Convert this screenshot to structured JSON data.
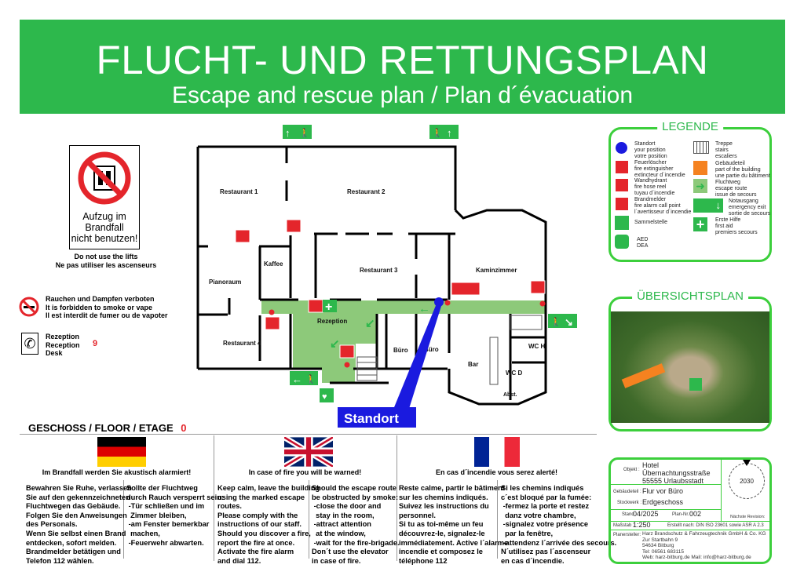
{
  "header": {
    "title": "FLUCHT- UND RETTUNGSPLAN",
    "subtitle": "Escape and rescue plan / Plan d´évacuation"
  },
  "left_panel": {
    "lift_sign": {
      "line1": "Aufzug im",
      "line2": "Brandfall",
      "line3": "nicht benutzen!",
      "en": "Do not use the lifts",
      "fr": "Ne pas utiliser les ascenseurs"
    },
    "smoking": {
      "de": "Rauchen und Dampfen verboten",
      "en": "It is forbidden to smoke or vape",
      "fr": "Il est interdit de fumer ou de vapoter"
    },
    "phone": {
      "de": "Rezeption",
      "en": "Reception",
      "fr": "Desk",
      "number": "9"
    }
  },
  "floorplan": {
    "rooms": [
      "Restaurant 1",
      "Restaurant 2",
      "Kaffee",
      "Pianoraum",
      "Restaurant 3",
      "Kaminzimmer",
      "Rezeption",
      "Restaurant 4",
      "Büro",
      "Büro",
      "Bar",
      "WC H",
      "WC D",
      "Abst."
    ],
    "standort_label": "Standort"
  },
  "floor": {
    "label": "GESCHOSS / FLOOR / ETAGE",
    "number": "0"
  },
  "legend": {
    "title": "LEGENDE",
    "items": [
      {
        "icon": "position-dot",
        "text": "Standort\nyour position\nvotre position"
      },
      {
        "icon": "fire-extinguisher",
        "text": "Feuerlöscher\nfire extinguisher\nextincteur d´incendie"
      },
      {
        "icon": "fire-hose",
        "text": "Wandhydrant\nfire hose reel\ntuyau d´incendie"
      },
      {
        "icon": "fire-alarm",
        "text": "Brandmelder\nfire alarm call point\nl´avertisseur d´incendie"
      },
      {
        "icon": "assembly-point",
        "text": "Sammelstelle"
      },
      {
        "icon": "aed",
        "text": "AED\nDEA"
      },
      {
        "icon": "stairs",
        "text": "Treppe\nstairs\nescaliers"
      },
      {
        "icon": "building-part",
        "text": "Gebäudeteil\npart of the building\nune partie du bâtiment"
      },
      {
        "icon": "escape-route",
        "text": "Fluchtweg\nescape route\nissue de secours"
      },
      {
        "icon": "emergency-exit",
        "text": "Notausgang\nemergency exit\nsortie de secours"
      },
      {
        "icon": "first-aid",
        "text": "Erste Hilfe\nfirst aid\npremiers secours"
      }
    ],
    "colors": {
      "green": "#2db84c",
      "red": "#e4252b",
      "orange": "#f58220",
      "blue": "#1a1adf"
    }
  },
  "overview": {
    "title": "ÜBERSICHTSPLAN"
  },
  "instructions": [
    {
      "lang": "de",
      "heading": "Im Brandfall werden Sie akustisch alarmiert!",
      "col1": "Bewahren Sie Ruhe, verlassen\nSie auf den gekennzeichneten\nFluchtwegen das Gebäude.\nFolgen Sie den Anweisungen\ndes Personals.\nWenn Sie selbst einen Brand\nentdecken, sofort melden.\nBrandmelder betätigen und\nTelefon 112 wählen.",
      "col2": "Sollte der Fluchtweg\ndurch Rauch versperrt sein:\n -Tür schließen und im\n  Zimmer bleiben,\n -am Fenster bemerkbar\n  machen,\n -Feuerwehr abwarten."
    },
    {
      "lang": "en",
      "heading": "In case of fire you will be warned!",
      "col1": "Keep calm, leave the building\nusing the marked escape\nroutes.\nPlease comply with the\ninstructions of our staff.\nShould you discover a fire,\nreport the fire at once.\nActivate the fire alarm\nand dial 112.",
      "col2": "Should the escape route\nbe obstructed by smoke:\n -close the door and\n  stay in the room,\n -attract attention\n  at the window,\n -wait for the fire-brigade.\nDon´t use the elevator\nin case of fire."
    },
    {
      "lang": "fr",
      "heading": "En cas d´incendie vous serez alerté!",
      "col1": "Reste calme, partir le bâtiment\nsur les chemins indiqués.\nSuivez les instructions du\npersonnel.\nSi tu as toi-même un feu\ndécouvrez-le, signalez-le\nimmédiatement. Active l´alarme\nincendie et composez le\ntéléphone 112",
      "col2": "Si les chemins indiqués\nc´est bloqué par la fumée:\n -fermez la porte et restez\n  danz votre chambre,\n -signalez votre présence\n  par la fenêtre,\n -attendenz l´arrivée des secours.\nN´utilisez pas l´ascenseur\nen cas d´incendie."
    }
  ],
  "info": {
    "objekt_label": "Objekt :",
    "objekt": [
      "Hotel",
      "Übernachtungsstraße",
      "55555 Urlaubsstadt"
    ],
    "gebaeudeteil_label": "Gebäudeteil :",
    "gebaeudeteil": "Flur vor Büro",
    "stockwerk_label": "Stockwerk :",
    "stockwerk": "Erdgeschoss",
    "stand_label": "Stand :",
    "stand": "04/2025",
    "plannr_label": "Plan-Nr. :",
    "plannr": "002",
    "massstab_label": "Maßstab :",
    "massstab": "1:250",
    "erstellt": "Erstellt nach:  DIN ISO 23601 sowie ASR A 2.3",
    "revision_year": "2030",
    "revision_label": "Nächste Revision:",
    "planersteller_label": "Planersteller:",
    "planersteller": [
      "Harz Brandschutz & Fahrzeugtechnik GmbH & Co. KG",
      "Zur Startbahn 9",
      "54634 Bitburg",
      "Tel: 06561 683115",
      "Web: harz-bitburg.de  Mail: info@harz-bitburg.de"
    ]
  }
}
